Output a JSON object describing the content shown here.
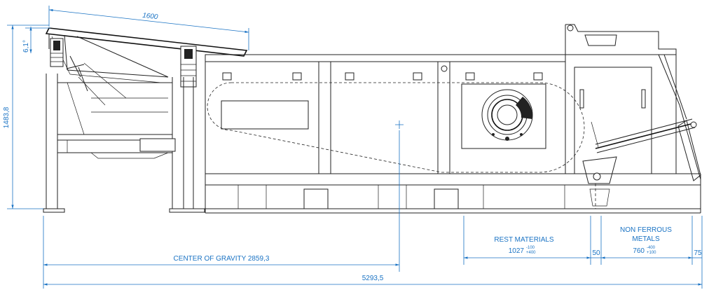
{
  "dimensions": {
    "top_length": "1600",
    "angle": "6,1°",
    "height": "1483,8",
    "cog": "CENTER OF GRAVITY 2859,3",
    "total": "5293,5",
    "rest_label": "REST MATERIALS",
    "rest_value": "1027",
    "rest_tol_upper": "-100",
    "rest_tol_lower": "+400",
    "gap1": "50",
    "nf_label_1": "NON FERROUS",
    "nf_label_2": "METALS",
    "nf_value": "760",
    "nf_tol_upper": "-400",
    "nf_tol_lower": "+100",
    "gap2": "75"
  },
  "colors": {
    "dimension": "#1a73c4",
    "line": "#222222"
  }
}
